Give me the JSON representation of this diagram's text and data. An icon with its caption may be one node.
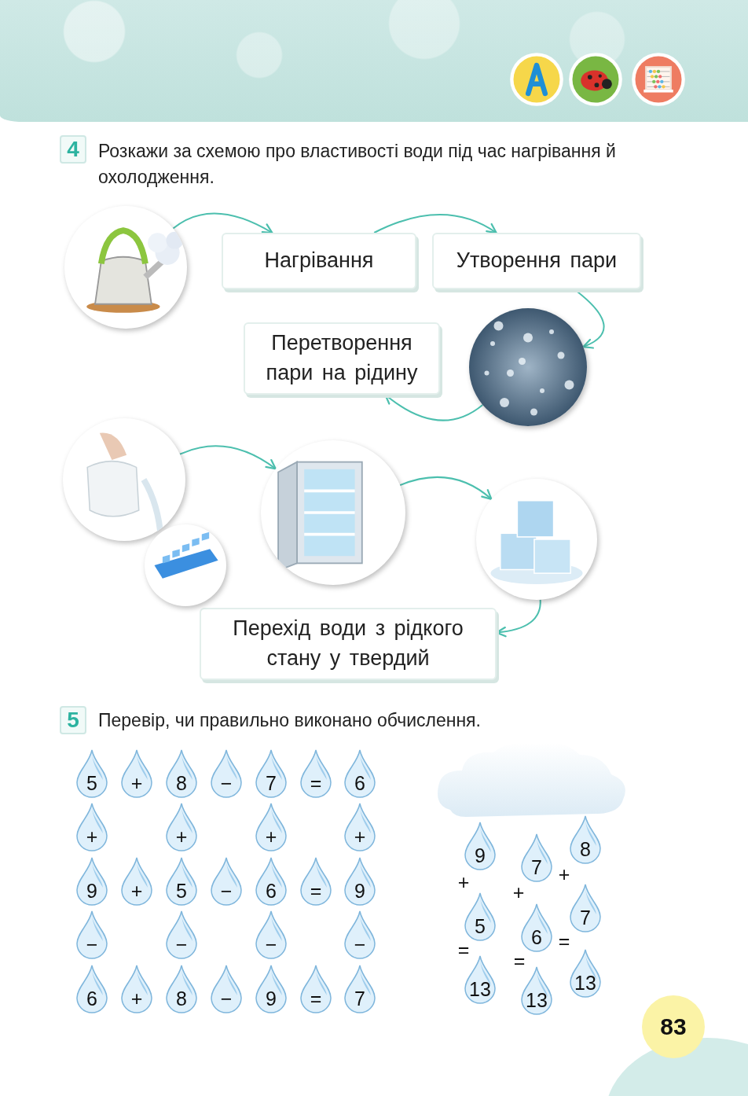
{
  "diagram": {
    "nodes": [
      {
        "text": [],
        "shape": "picture"
      },
      {
        "text": [
          "Нагрівання"
        ]
      },
      {
        "text": [
          "Утворення пари"
        ]
      },
      {
        "text": [],
        "shape": "picture"
      },
      {
        "text": [
          "Перетворення пари на рідину"
        ]
      },
      {
        "text": [],
        "shape": "picture"
      },
      {
        "text": [],
        "shape": "picture"
      },
      {
        "text": [],
        "shape": "picture"
      },
      {
        "text": [],
        "shape": "picture"
      },
      {
        "text": [
          "Перехід води з рідкого стану у твердий"
        ]
      }
    ],
    "edges": [
      {
        "from": 0,
        "to": 1,
        "arrow": "to"
      },
      {
        "from": 1,
        "to": 2,
        "arrow": "to"
      },
      {
        "from": 2,
        "to": 3,
        "arrow": "to"
      },
      {
        "from": 3,
        "to": 4,
        "arrow": "to"
      },
      {
        "from": 5,
        "to": 7,
        "arrow": "to"
      },
      {
        "from": 7,
        "to": 8,
        "arrow": "to"
      },
      {
        "from": 8,
        "to": 9,
        "arrow": "to"
      }
    ],
    "labels": [
      "4",
      "Розкажи за схемою про властивості води під час нагрівання й охолодження.",
      "5",
      "Перевір, чи правильно виконано обчислення.",
      "5",
      "+",
      "8",
      "−",
      "7",
      "=",
      "6",
      "+",
      "+",
      "+",
      "+",
      "9",
      "+",
      "5",
      "−",
      "6",
      "=",
      "9",
      "−",
      "−",
      "−",
      "−",
      "6",
      "+",
      "8",
      "−",
      "9",
      "=",
      "7",
      "9",
      "+",
      "5",
      "=",
      "13",
      "7",
      "+",
      "6",
      "=",
      "13",
      "8",
      "+",
      "7",
      "=",
      "13",
      "83"
    ]
  }
}
